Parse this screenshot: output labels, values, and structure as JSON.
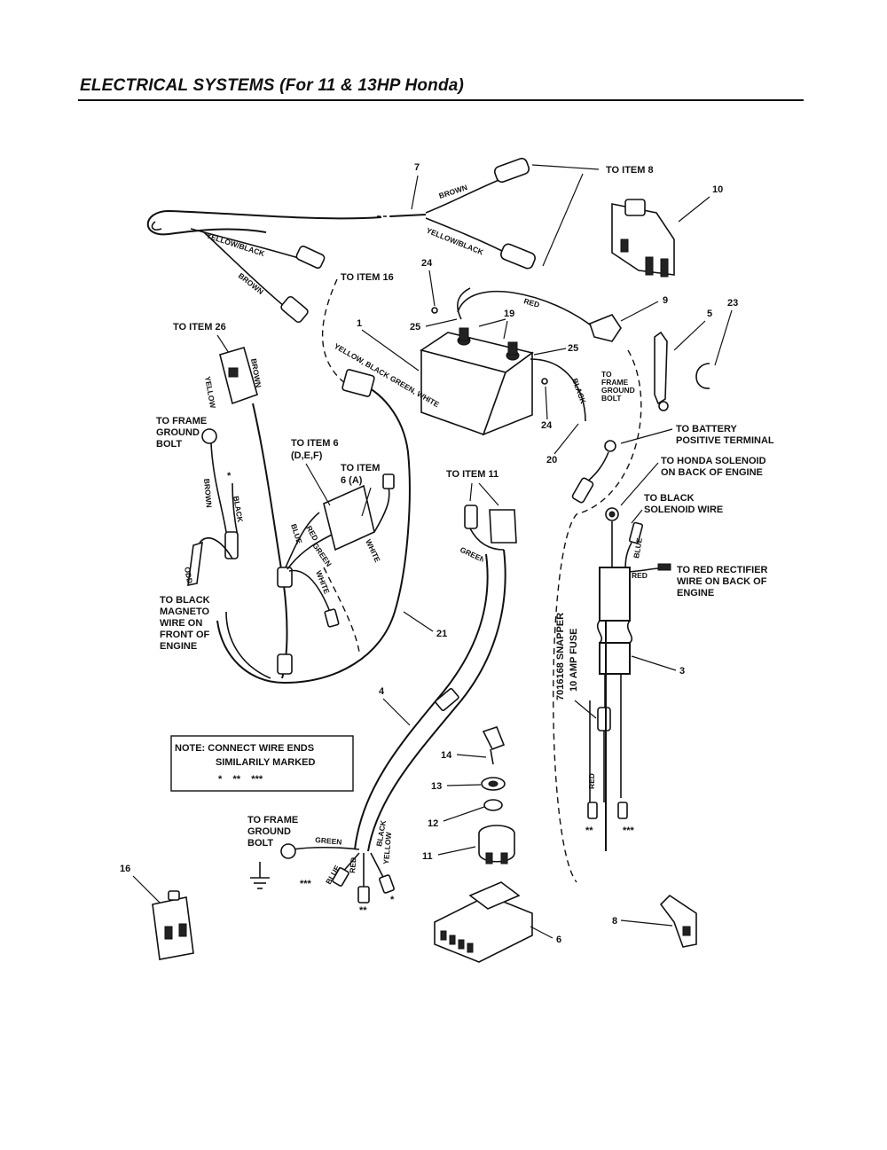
{
  "title": "ELECTRICAL SYSTEMS (For 11 & 13HP Honda)",
  "callouts": {
    "to_item_8": "TO ITEM 8",
    "to_item_16": "TO ITEM 16",
    "to_item_26": "TO ITEM 26",
    "to_frame_ground_bolt_1": [
      "TO FRAME",
      "GROUND",
      "BOLT"
    ],
    "to_item_6_def": [
      "TO ITEM 6",
      "(D,E,F)"
    ],
    "to_item_6_a": [
      "TO ITEM",
      "6 (A)"
    ],
    "to_item_11": "TO ITEM 11",
    "to_black_magneto": [
      "TO BLACK",
      "MAGNETO",
      "WIRE ON",
      "FRONT OF",
      "ENGINE"
    ],
    "to_frame_ground_bolt_small": [
      "TO",
      "FRAME",
      "GROUND",
      "BOLT"
    ],
    "to_battery_positive": [
      "TO BATTERY",
      "POSITIVE TERMINAL"
    ],
    "to_honda_solenoid": [
      "TO HONDA SOLENOID",
      "ON BACK OF ENGINE"
    ],
    "to_black_solenoid": [
      "TO BLACK",
      "SOLENOID WIRE"
    ],
    "to_red_rectifier": [
      "TO RED RECTIFIER",
      "WIRE ON BACK OF",
      "ENGINE"
    ],
    "fuse_note": [
      "7016168 SNAPPER",
      "10 AMP FUSE"
    ],
    "to_frame_ground_bolt_2": [
      "TO FRAME",
      "GROUND",
      "BOLT"
    ]
  },
  "note_box": {
    "line1": "NOTE: CONNECT WIRE ENDS",
    "line2": "SIMILARILY MARKED",
    "line3": "*    **    ***"
  },
  "wire_labels": {
    "brown": "BROWN",
    "yellow_black": "YELLOW/BLACK",
    "red": "RED",
    "black": "BLACK",
    "blue": "BLUE",
    "white": "WHITE",
    "green": "GREEN",
    "yellow": "YELLOW",
    "yellow_black_green_white": "YELLOW, BLACK GREEN, WHITE",
    "harness_tag": "YELLOW",
    "odd": "ODD"
  },
  "markers": {
    "single": "*",
    "double": "**",
    "triple": "***"
  },
  "part_numbers": [
    "1",
    "3",
    "4",
    "5",
    "6",
    "7",
    "8",
    "9",
    "10",
    "11",
    "12",
    "13",
    "14",
    "16",
    "19",
    "20",
    "21",
    "23",
    "24",
    "24",
    "25",
    "25"
  ]
}
